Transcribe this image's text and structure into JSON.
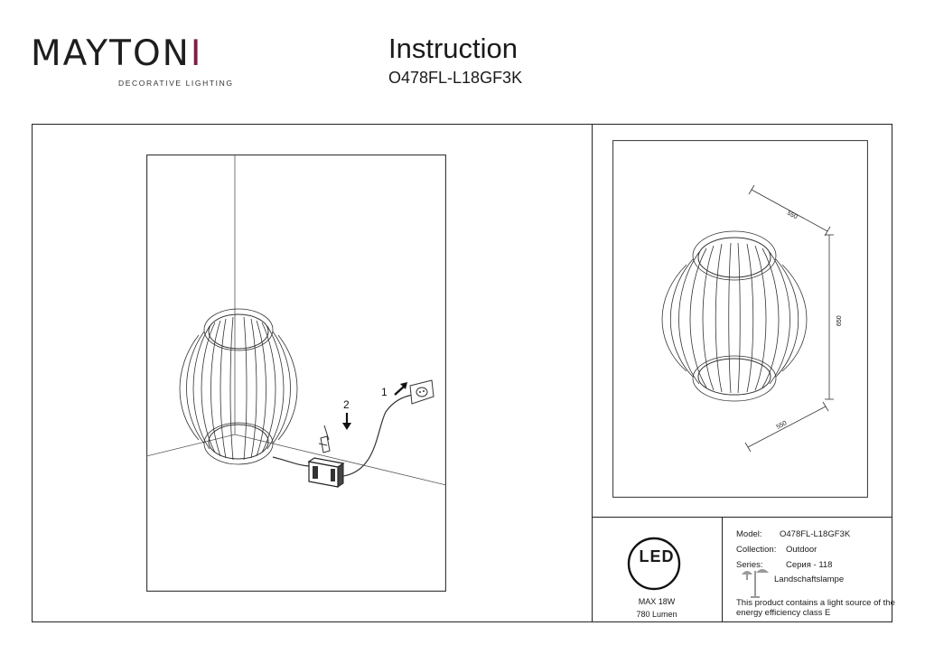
{
  "header": {
    "brand_name_part1": "MAYTON",
    "brand_name_accent": "I",
    "brand_tagline": "DECORATIVE LIGHTING",
    "title": "Instruction",
    "model_code": "O478FL-L18GF3K"
  },
  "installation": {
    "step_1": "1",
    "step_2": "2"
  },
  "dimensions": {
    "width": "550",
    "height": "650",
    "depth": "550"
  },
  "led": {
    "badge_text": "LED",
    "max_power": "MAX 18W",
    "lumen": "780 Lumen"
  },
  "specs": {
    "model_label": "Model:",
    "model_value": "O478FL-L18GF3K",
    "collection_label": "Collection:",
    "collection_value": "Outdoor",
    "series_label": "Series:",
    "series_value": "Серия - 118",
    "type_value": "Landschaftslampe",
    "energy_note_line1": "This product contains a light source of the",
    "energy_note_line2": "energy efficiency class E"
  },
  "colors": {
    "brand_accent": "#7a1f47",
    "line": "#222222"
  }
}
